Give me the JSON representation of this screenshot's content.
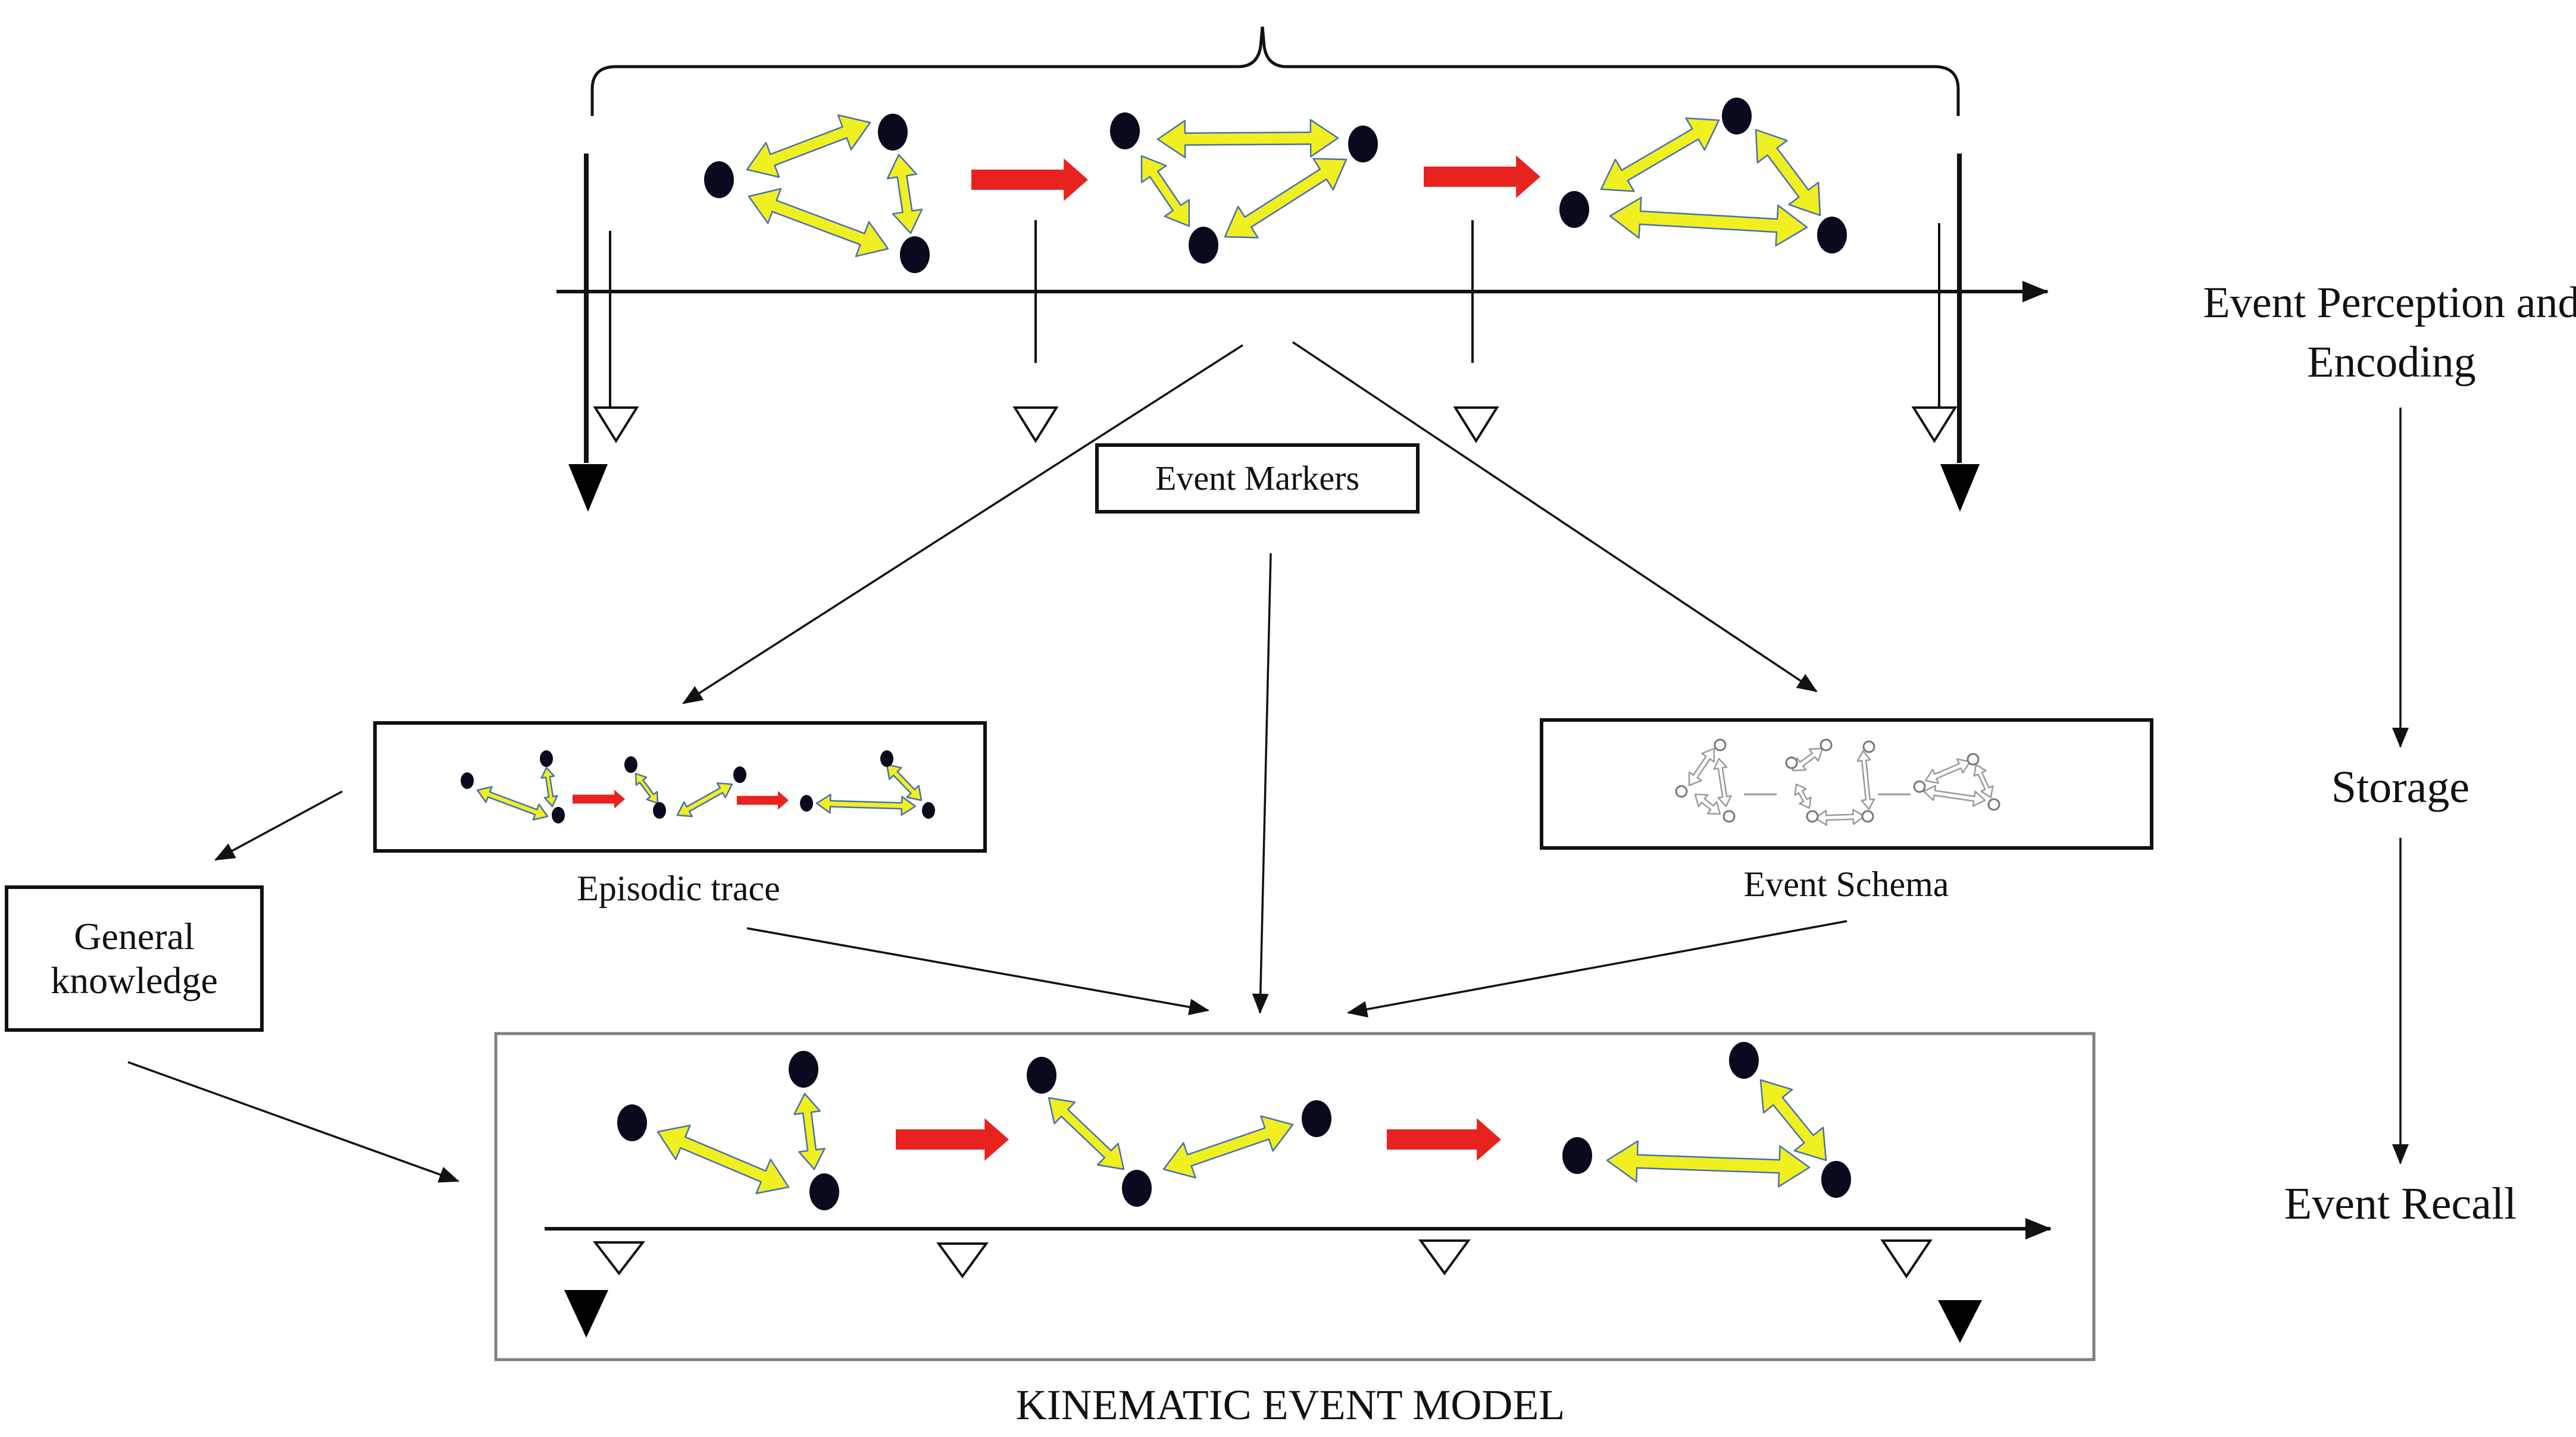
{
  "labels": {
    "event_markers": "Event Markers",
    "episodic_trace": "Episodic trace",
    "event_schema": "Event Schema",
    "general_knowledge": "General knowledge",
    "kinematic_event_model": "KINEMATIC EVENT MODEL"
  },
  "stages": {
    "perception": "Event Perception and Encoding",
    "storage": "Storage",
    "recall": "Event Recall"
  },
  "colors": {
    "stroke": "#111111",
    "dot": "#0a0a1e",
    "relation_fill": "#f0f020",
    "relation_edge": "#4a6fb0",
    "transition": "#e8231f",
    "box_border": "#808080",
    "marker_filled": "#000000",
    "marker_open": "#ffffff",
    "schema_stroke": "#9a9a9a"
  },
  "icons": {
    "object": "filled-dot",
    "relation": "double-headed-arrow",
    "transition": "right-arrow",
    "boundary_marker": "filled-down-triangle",
    "change_marker": "open-down-triangle"
  }
}
